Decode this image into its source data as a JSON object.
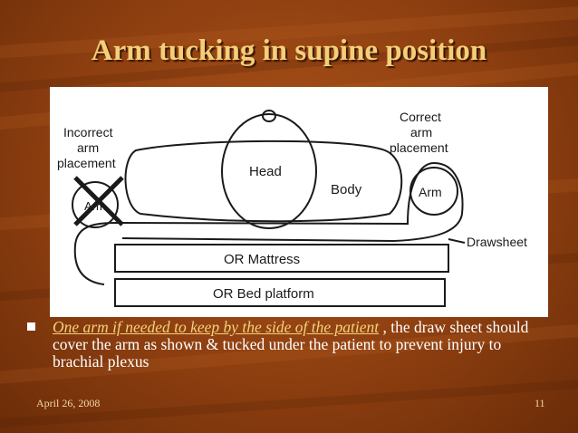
{
  "slide": {
    "title": "Arm tucking in supine position",
    "figure": {
      "labels": {
        "incorrect_line1": "Incorrect",
        "incorrect_line2": "arm",
        "incorrect_line3": "placement",
        "correct_line1": "Correct",
        "correct_line2": "arm",
        "correct_line3": "placement",
        "head": "Head",
        "body": "Body",
        "arm_right": "Arm",
        "arm_left": "Arm",
        "drawsheet": "Drawsheet",
        "mattress": "OR Mattress",
        "bed_platform": "OR Bed platform"
      }
    },
    "bullet": {
      "link_text": "One arm if needed to keep by the side of the patient",
      "rest_text": " , the draw sheet should cover the arm as shown & tucked under the patient to prevent injury to brachial plexus"
    },
    "footer": {
      "date": "April 26, 2008",
      "page": "11"
    }
  }
}
